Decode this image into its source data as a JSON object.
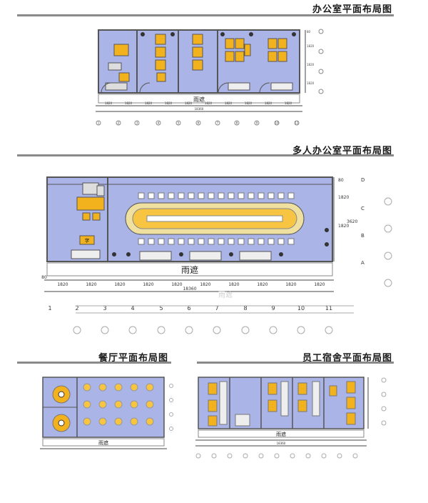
{
  "sections": {
    "office": {
      "title": "办公室平面布局图",
      "canopy": "雨遮",
      "total_dim": "18360"
    },
    "multi_office": {
      "title": "多人办公室平面布局图",
      "canopy": "雨遮",
      "total_dim": "18360",
      "sign": "字",
      "ghost": "雨遮"
    },
    "canteen": {
      "title": "餐厅平面布局图",
      "canopy": "雨遮"
    },
    "dorm": {
      "title": "员工宿舍平面布局图",
      "canopy": "雨遮",
      "total_dim": "18360"
    }
  },
  "dims": {
    "office_segment": "1820",
    "multi_segment": "1820",
    "side_80": "80",
    "side_1820": "1820",
    "side_3620": "3620",
    "row_labels": [
      "D",
      "C",
      "B",
      "A"
    ],
    "col_numbers": [
      "1",
      "2",
      "3",
      "4",
      "5",
      "6",
      "7",
      "8",
      "9",
      "10",
      "11"
    ]
  },
  "colors": {
    "floor": "#aab4e6",
    "wall": "#666666",
    "desk": "#f2b21e",
    "rule": "#8a8a8a"
  }
}
